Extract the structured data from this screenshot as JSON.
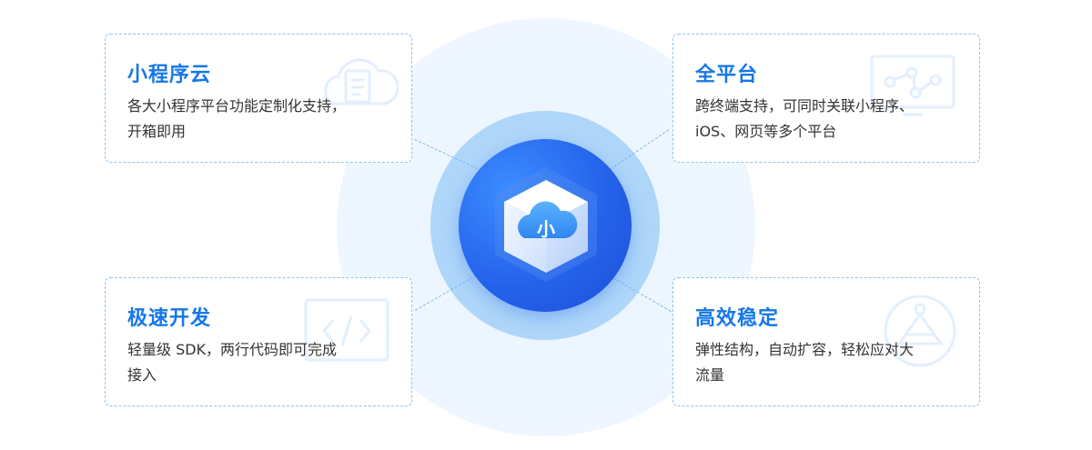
{
  "center": {
    "logo_char": "小"
  },
  "cards": [
    {
      "title": "小程序云",
      "desc": "各大小程序平台功能定制化支持，\n开箱即用",
      "icon": "cloud-document-icon"
    },
    {
      "title": "全平台",
      "desc": "跨终端支持，可同时关联小程序、\niOS、网页等多个平台",
      "icon": "monitor-network-icon"
    },
    {
      "title": "极速开发",
      "desc": "轻量级 SDK，两行代码即可完成\n接入",
      "icon": "code-window-icon"
    },
    {
      "title": "高效稳定",
      "desc": "弹性结构，自动扩容，轻松应对大\n流量",
      "icon": "stable-network-icon"
    }
  ],
  "colors": {
    "accent": "#1677e8",
    "core_blue": "#2563eb",
    "halo": "#eaf4ff",
    "border": "#8fc3f2"
  }
}
